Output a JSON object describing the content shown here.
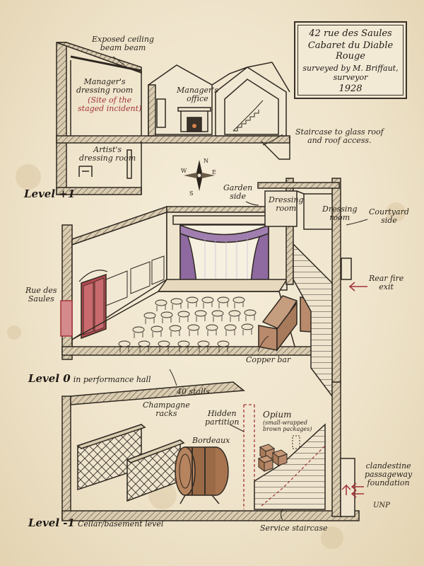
{
  "title_block": {
    "line1": "42 rue des Saules",
    "line2": "Cabaret du Diable Rouge",
    "line3": "surveyed by M. Briffaut,",
    "line4": "surveyor",
    "line5": "1928"
  },
  "levels": {
    "upper": "Level +1",
    "ground": "Level 0",
    "ground_note": "in performance hall",
    "cellar": "Level -1",
    "cellar_note": "Cellar/basement level"
  },
  "labels": {
    "ceiling_beam": [
      "Exposed ceiling",
      "beam beam"
    ],
    "managers_dressing": [
      "Manager's",
      "dressing room"
    ],
    "incident": [
      "(Site of the",
      "staged incident)"
    ],
    "managers_office": [
      "Manager's",
      "office"
    ],
    "artists_dressing": [
      "Artist's",
      "dressing room"
    ],
    "staircase_roof": [
      "Staircase to glass roof",
      "and roof access."
    ],
    "garden_side": [
      "Garden",
      "side"
    ],
    "dressing_room_1": [
      "Dressing",
      "room"
    ],
    "dressing_room_2": [
      "Dressing",
      "room"
    ],
    "courtyard_side": [
      "Courtyard",
      "side"
    ],
    "rue_des_saules": [
      "Rue des",
      "Saules"
    ],
    "rear_fire_exit": [
      "Rear fire",
      "exit"
    ],
    "copper_bar": "Copper bar",
    "stalls": "40 stalls",
    "champagne_racks": [
      "Champagne",
      "racks"
    ],
    "hidden_partition": [
      "Hidden",
      "partition"
    ],
    "opium": "Opium",
    "opium_note": [
      "(small-wrapped",
      "brown packages)"
    ],
    "bordeaux": "Bordeaux",
    "clandestine": [
      "clandestine",
      "passageway",
      "foundation"
    ],
    "up": "UNP",
    "service_staircase": "Service staircase"
  },
  "compass": {
    "n": "N",
    "s": "S",
    "e": "E",
    "w": "W"
  },
  "colors": {
    "ink": "#2b241d",
    "accent_red": "#a3343a",
    "curtain": "#8e6aa0",
    "copper": "#b98a6b",
    "paper": "#efe5cf"
  }
}
